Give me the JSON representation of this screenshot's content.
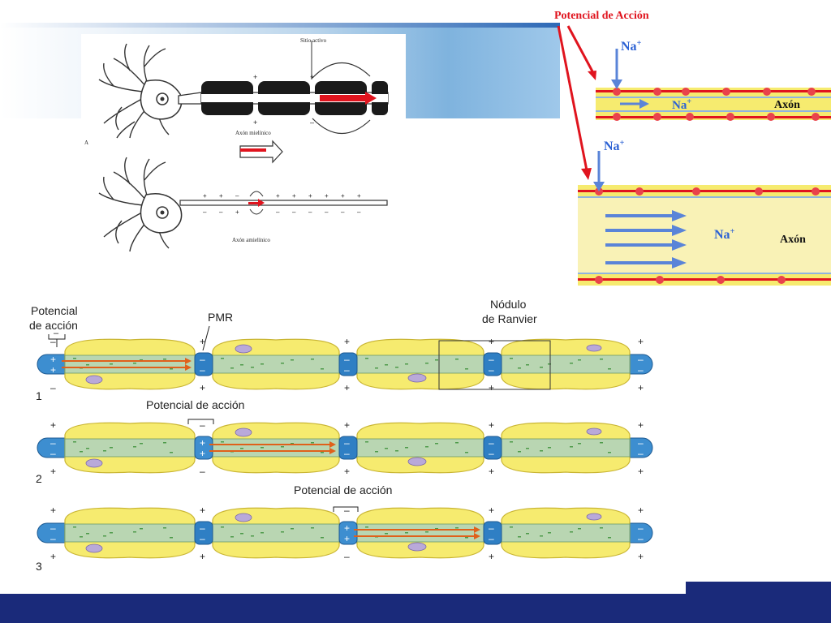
{
  "colors": {
    "footer": "#1a2a7a",
    "banner": "#7fb3de",
    "myelin": "#f6eb6f",
    "axon_core": "#b9d6b2",
    "node": "#2f7fc4",
    "na_blue": "#2c62d4",
    "red_title": "#e0141e",
    "arrow_orange": "#e0601a",
    "red_dot": "#e9434b"
  },
  "neuron_figure": {
    "active_site_label": "Sitio activo",
    "myelinated_caption": "Axón mielínico",
    "unmyelinated_caption": "Axón amielínico",
    "panel_letter": "A"
  },
  "na_panel": {
    "title": "Potencial de Acción",
    "ion_label": "Na",
    "ion_charge": "+",
    "axon_label": "Axón"
  },
  "saltatory": {
    "ap_label_line1": "Potencial",
    "ap_label_line2": "de acción",
    "pmr_label": "PMR",
    "node_label_line1": "Nódulo",
    "node_label_line2": "de Ranvier",
    "ap_label": "Potencial de acción",
    "row_numbers": [
      "1",
      "2",
      "3"
    ],
    "plus": "+",
    "minus": "–"
  }
}
